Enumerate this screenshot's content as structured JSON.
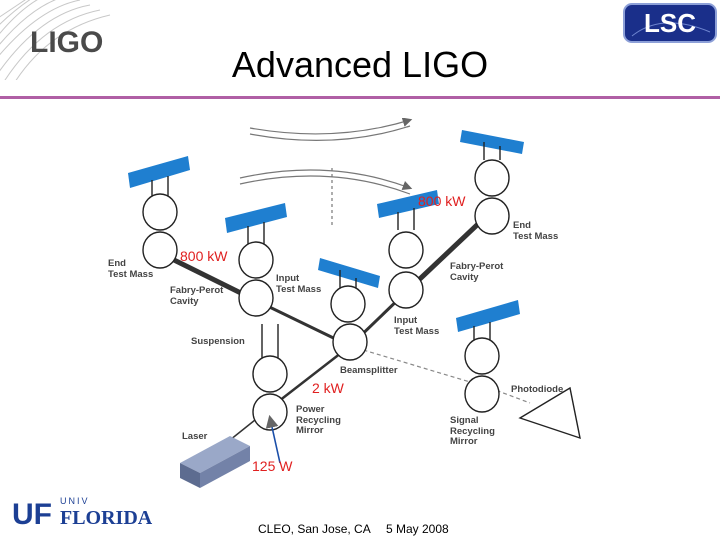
{
  "title": "Advanced LIGO",
  "logos": {
    "ligo": "LIGO",
    "lsc": "LSC",
    "uf_prefix": "UF",
    "uf_top": "UNIV",
    "uf_name": "FLORIDA"
  },
  "power": {
    "arm_x": "800 kW",
    "arm_y": "800 kW",
    "recycled": "2 kW",
    "laser": "125 W"
  },
  "labels": {
    "end_mass_left": "End\nTest Mass",
    "end_mass_right": "End\nTest Mass",
    "fabry_perot_left": "Fabry-Perot\nCavity",
    "fabry_perot_right": "Fabry-Perot\nCavity",
    "input_mass_left": "Input\nTest Mass",
    "input_mass_right": "Input\nTest Mass",
    "suspension": "Suspension",
    "beamsplitter": "Beamsplitter",
    "power_recycling": "Power\nRecycling\nMirror",
    "signal_recycling": "Signal\nRecycling\nMirror",
    "laser": "Laser",
    "photodiode": "Photodiode"
  },
  "footer": {
    "venue": "CLEO, San Jose, CA",
    "date": "5 May 2008"
  },
  "colors": {
    "accent_rule": "#b05fa5",
    "suspension_blue": "#1f7fd0",
    "power_red": "#e02020",
    "lsc_navy": "#1a2f8a"
  }
}
